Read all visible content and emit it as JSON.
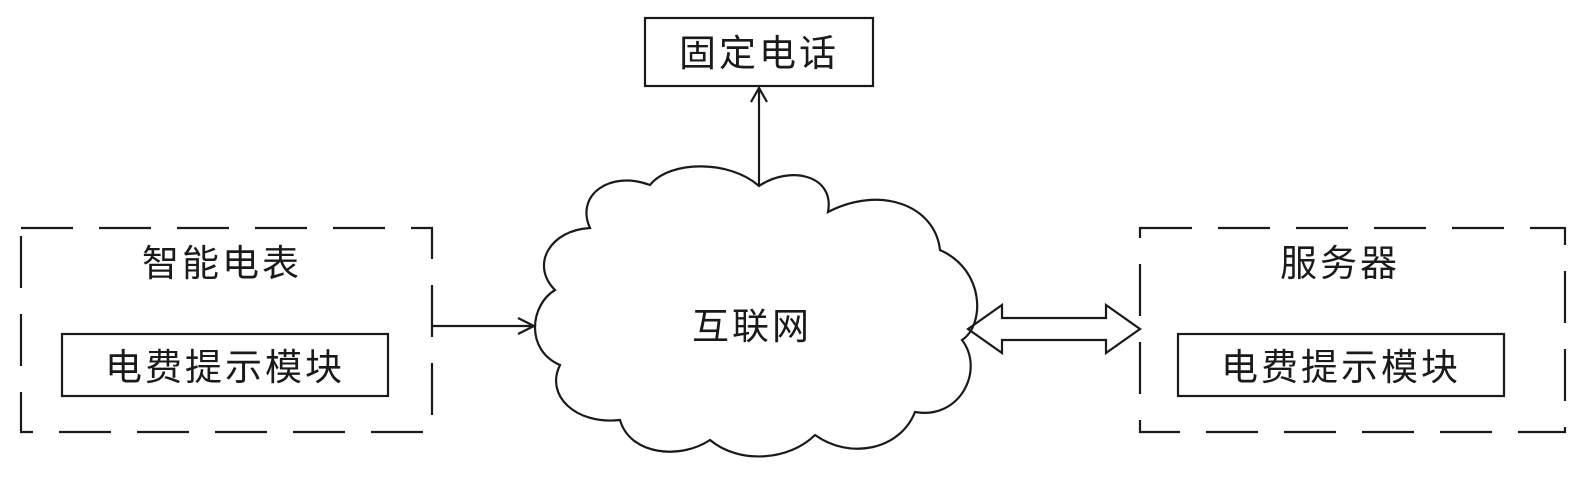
{
  "nodes": {
    "landline": {
      "label": "固定电话"
    },
    "smart_meter": {
      "label": "智能电表",
      "module_label": "电费提示模块"
    },
    "internet": {
      "label": "互联网"
    },
    "server": {
      "label": "服务器",
      "module_label": "电费提示模块"
    }
  },
  "edges": [
    {
      "from": "internet",
      "to": "landline",
      "type": "single-arrow"
    },
    {
      "from": "smart_meter",
      "to": "internet",
      "type": "single-arrow"
    },
    {
      "from": "internet",
      "to": "server",
      "type": "double-arrow"
    }
  ]
}
